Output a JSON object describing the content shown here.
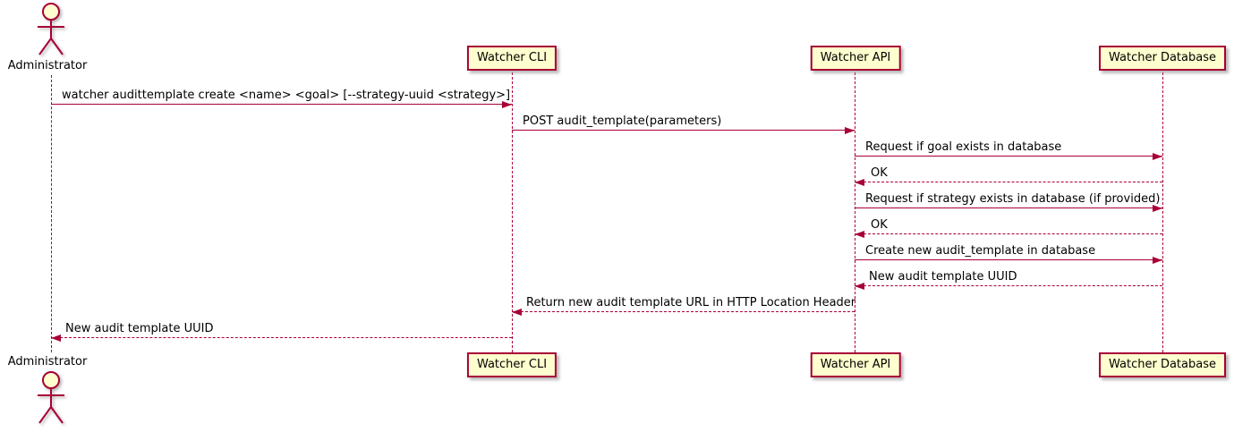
{
  "diagram": {
    "type": "uml-sequence-diagram",
    "participants": [
      {
        "name": "Administrator",
        "kind": "actor"
      },
      {
        "name": "Watcher CLI",
        "kind": "participant"
      },
      {
        "name": "Watcher API",
        "kind": "participant"
      },
      {
        "name": "Watcher Database",
        "kind": "participant"
      }
    ],
    "messages": [
      {
        "from": "Administrator",
        "to": "Watcher CLI",
        "text": "watcher audittemplate create <name> <goal> [--strategy-uuid <strategy>]",
        "line": "solid",
        "direction": "right"
      },
      {
        "from": "Watcher CLI",
        "to": "Watcher API",
        "text": "POST audit_template(parameters)",
        "line": "solid",
        "direction": "right"
      },
      {
        "from": "Watcher API",
        "to": "Watcher Database",
        "text": "Request if goal exists in database",
        "line": "solid",
        "direction": "right"
      },
      {
        "from": "Watcher Database",
        "to": "Watcher API",
        "text": "OK",
        "line": "dashed",
        "direction": "left"
      },
      {
        "from": "Watcher API",
        "to": "Watcher Database",
        "text": "Request if strategy exists in database (if provided)",
        "line": "solid",
        "direction": "right"
      },
      {
        "from": "Watcher Database",
        "to": "Watcher API",
        "text": "OK",
        "line": "dashed",
        "direction": "left"
      },
      {
        "from": "Watcher API",
        "to": "Watcher Database",
        "text": "Create new audit_template in database",
        "line": "solid",
        "direction": "right"
      },
      {
        "from": "Watcher Database",
        "to": "Watcher API",
        "text": "New audit template UUID",
        "line": "dashed",
        "direction": "left"
      },
      {
        "from": "Watcher API",
        "to": "Watcher CLI",
        "text": "Return new audit template URL in HTTP Location Header",
        "line": "dashed",
        "direction": "left"
      },
      {
        "from": "Watcher CLI",
        "to": "Administrator",
        "text": "New audit template UUID",
        "line": "dashed",
        "direction": "left"
      }
    ],
    "colors": {
      "participant_fill": "#FEFECE",
      "participant_border": "#A80036",
      "arrow": "#A80036",
      "lifeline": "#A80036",
      "text": "#000000",
      "background": "#FFFFFF"
    }
  }
}
